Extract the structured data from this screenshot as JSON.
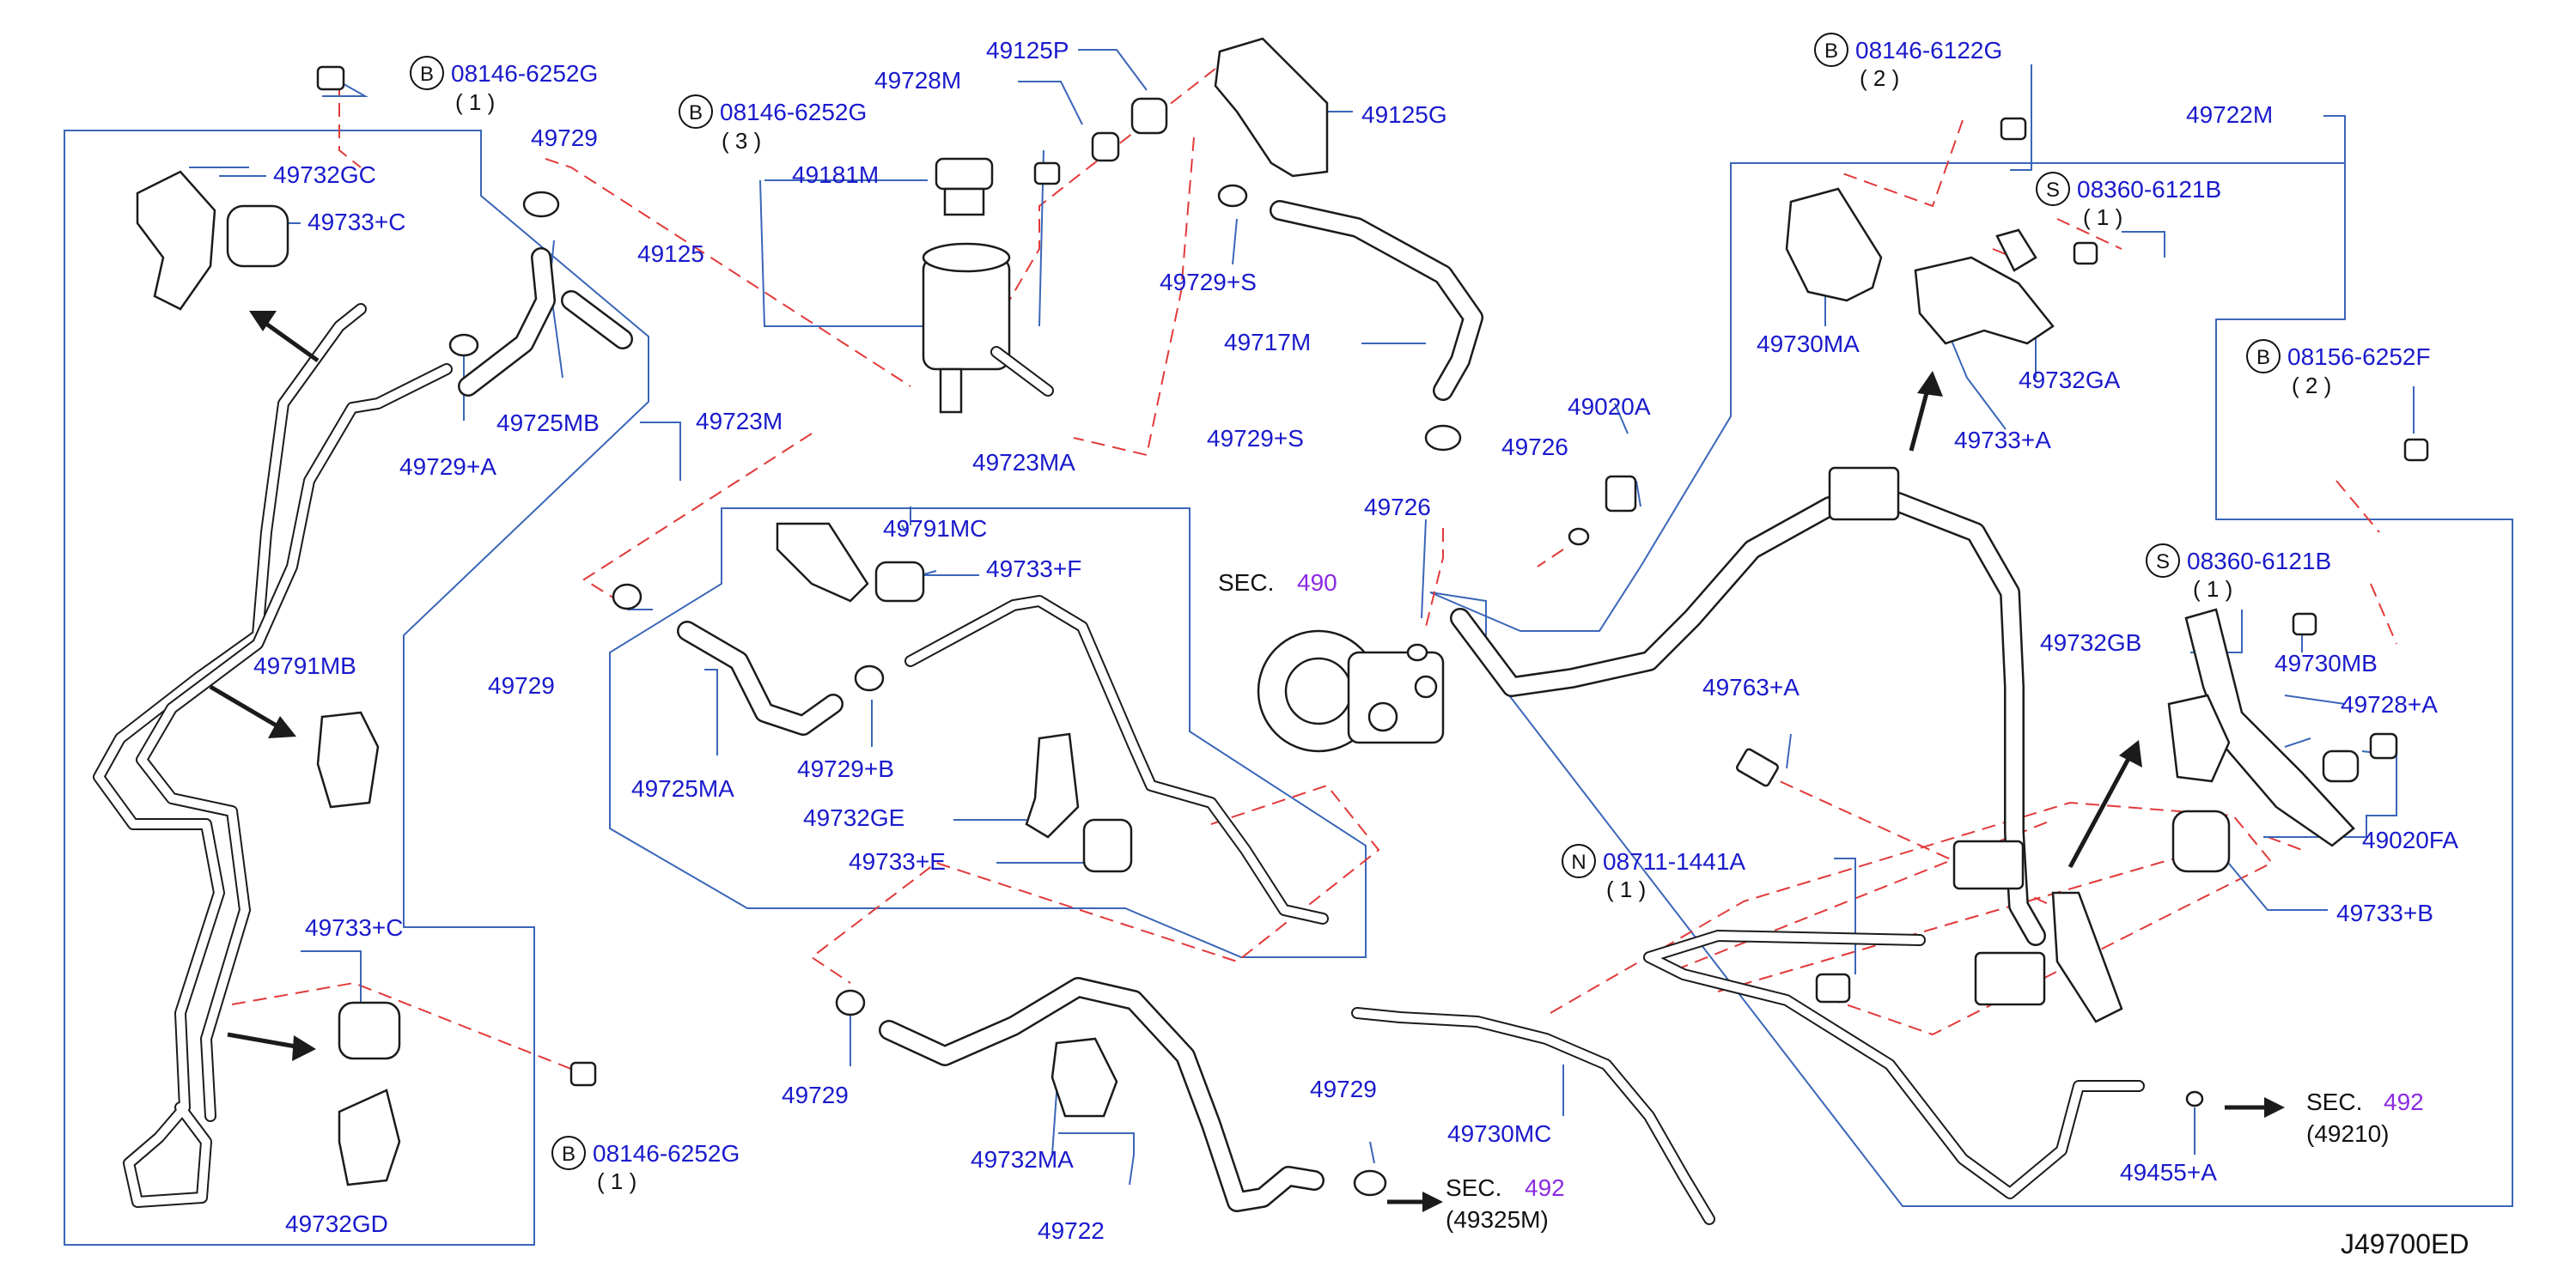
{
  "diagram": {
    "drawing_code": "J49700ED",
    "part_labels": {
      "p49125P": "49125P",
      "p49728M": "49728M",
      "p49125G": "49125G",
      "p49181M": "49181M",
      "p49125": "49125",
      "p49729_top": "49729",
      "p49732GC": "49732GC",
      "p49733C_top": "49733+C",
      "p49725MB": "49725MB",
      "p49729A": "49729+A",
      "p49723M": "49723M",
      "p49729S_a": "49729+S",
      "p49717M": "49717M",
      "p49729S_b": "49729+S",
      "p49723MA": "49723MA",
      "p49791MC": "49791MC",
      "p49733F": "49733+F",
      "p49729_mid": "49729",
      "p49725MA": "49725MA",
      "p49729B": "49729+B",
      "p49732GE": "49732GE",
      "p49733E": "49733+E",
      "p49791MB": "49791MB",
      "p49733C_bot": "49733+C",
      "p49732GD": "49732GD",
      "p49729_bot": "49729",
      "p49732MA": "49732MA",
      "p49722": "49722",
      "p49729_pump": "49729",
      "p49730MC": "49730MC",
      "p49020A": "49020A",
      "p49726_a": "49726",
      "p49726_b": "49726",
      "p49722M": "49722M",
      "p49730MA": "49730MA",
      "p49732GA": "49732GA",
      "p49733A": "49733+A",
      "p49763A": "49763+A",
      "p49732GB": "49732GB",
      "p49730MB": "49730MB",
      "p49728A": "49728+A",
      "p49020FA": "49020FA",
      "p49733B": "49733+B",
      "p49455A": "49455+A"
    },
    "fasteners": [
      {
        "id": "f1",
        "badge": "B",
        "number": "08146-6252G",
        "qty": "( 1 )"
      },
      {
        "id": "f2",
        "badge": "B",
        "number": "08146-6252G",
        "qty": "( 3 )"
      },
      {
        "id": "f3",
        "badge": "B",
        "number": "08146-6122G",
        "qty": "( 2 )"
      },
      {
        "id": "f4",
        "badge": "S",
        "number": "08360-6121B",
        "qty": "( 1 )"
      },
      {
        "id": "f5",
        "badge": "B",
        "number": "08156-6252F",
        "qty": "( 2 )"
      },
      {
        "id": "f6",
        "badge": "S",
        "number": "08360-6121B",
        "qty": "( 1 )"
      },
      {
        "id": "f7",
        "badge": "N",
        "number": "08711-1441A",
        "qty": "( 1 )"
      },
      {
        "id": "f8",
        "badge": "B",
        "number": "08146-6252G",
        "qty": "( 1 )"
      }
    ],
    "section_refs": [
      {
        "id": "s1",
        "prefix": "SEC.",
        "number": "490",
        "sub": ""
      },
      {
        "id": "s2",
        "prefix": "SEC.",
        "number": "492",
        "sub": "(49210)"
      },
      {
        "id": "s3",
        "prefix": "SEC.",
        "number": "492",
        "sub": "(49325M)"
      }
    ],
    "colors": {
      "label": "#1a1acc",
      "frame": "#3a66b8",
      "dash": "#e23a3a",
      "section_number": "#8a2be2",
      "line": "#1b1b1b"
    }
  }
}
